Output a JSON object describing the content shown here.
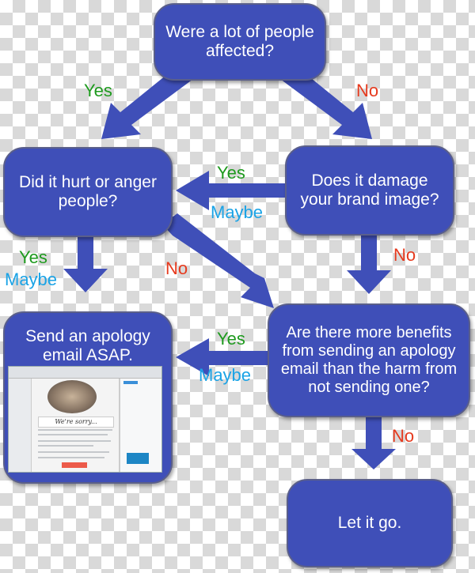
{
  "diagram": {
    "type": "flowchart",
    "nodes": {
      "start": "Were a lot of people affected?",
      "hurt": "Did it hurt or anger people?",
      "brand": "Does it damage your brand image?",
      "send": "Send an apology email ASAP.",
      "benefits": "Are there more benefits from sending an apology email than the harm from not sending one?",
      "letgo": "Let it go."
    },
    "edge_labels": {
      "start_to_hurt": "Yes",
      "start_to_brand": "No",
      "brand_to_hurt_yes": "Yes",
      "brand_to_hurt_maybe": "Maybe",
      "brand_to_benefits": "No",
      "hurt_to_send_yes": "Yes",
      "hurt_to_send_maybe": "Maybe",
      "hurt_to_benefits": "No",
      "benefits_to_send_yes": "Yes",
      "benefits_to_send_maybe": "Maybe",
      "benefits_to_letgo": "No"
    },
    "embedded_screenshot": {
      "heading": "We're sorry..."
    },
    "colors": {
      "node_fill": "#3f4fb8",
      "yes": "#1e9a1e",
      "no": "#e63a1e",
      "maybe": "#1aa3e6"
    }
  }
}
